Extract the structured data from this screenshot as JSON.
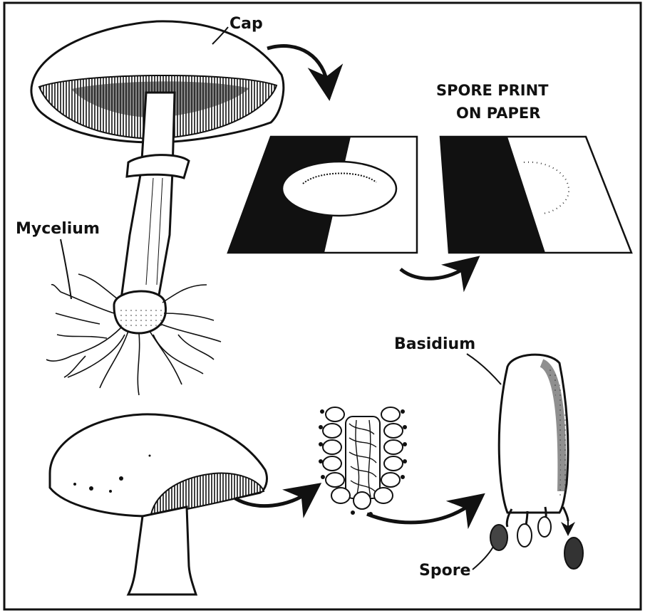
{
  "labels": {
    "cap": "Cap",
    "mycelium": "Mycelium",
    "spore_print_line1": "SPORE PRINT",
    "spore_print_line2": "ON PAPER",
    "basidium": "Basidium",
    "spore": "Spore"
  },
  "colors": {
    "ink": "#111111",
    "paper": "#ffffff",
    "stipple": "#555555"
  }
}
